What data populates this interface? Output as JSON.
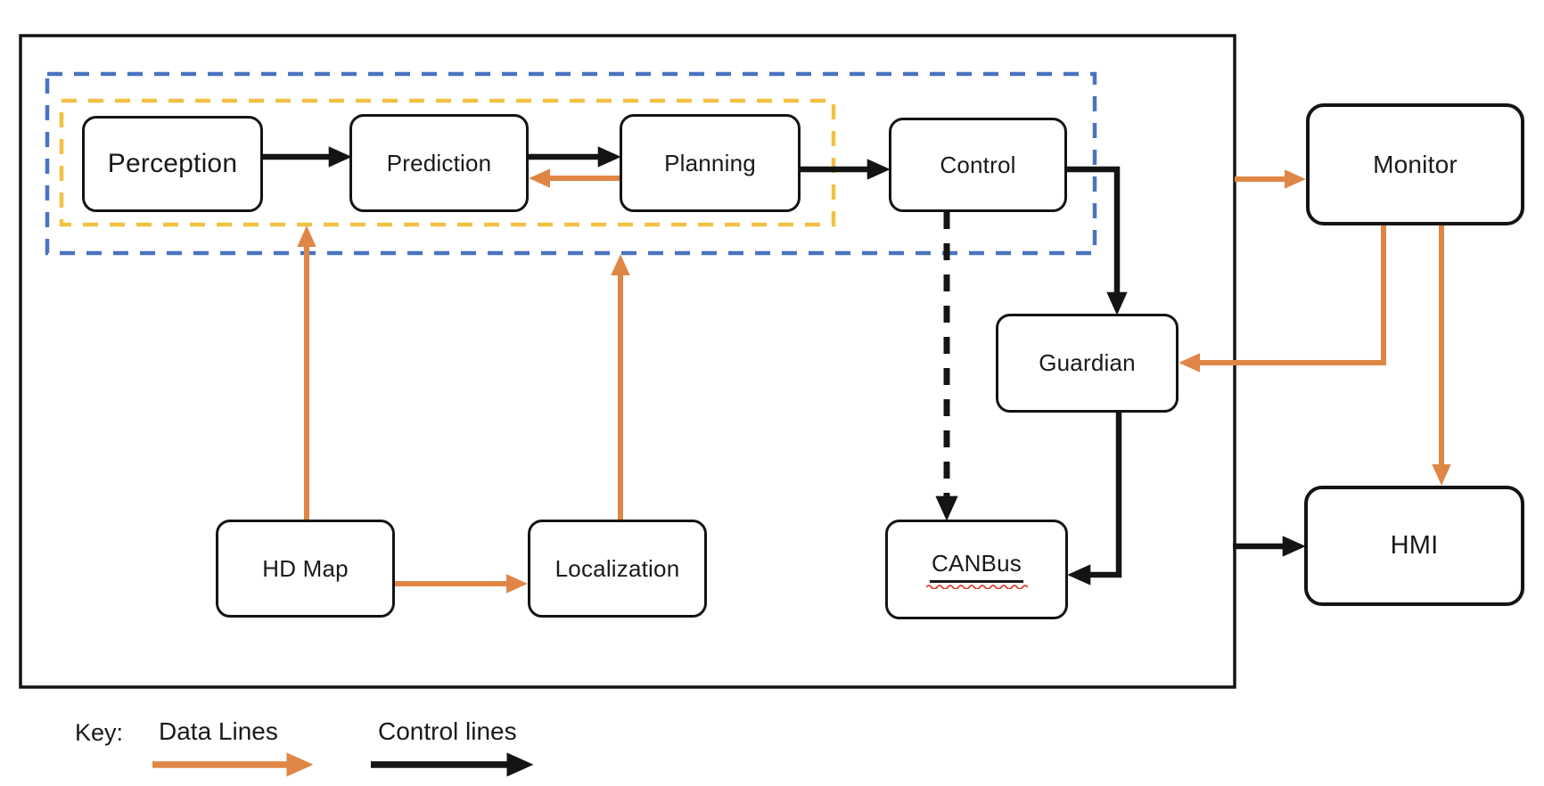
{
  "colors": {
    "data_line": "#DF8646",
    "control_line": "#141414",
    "outer_group_border": "#4A73C0",
    "inner_group_border": "#F2C143",
    "box_border": "#141414",
    "text": "#1A1A1A",
    "squiggle": "#E0402F",
    "background": "#FFFFFF"
  },
  "nodes": {
    "perception": {
      "label": "Perception"
    },
    "prediction": {
      "label": "Prediction"
    },
    "planning": {
      "label": "Planning"
    },
    "control": {
      "label": "Control"
    },
    "guardian": {
      "label": "Guardian"
    },
    "canbus": {
      "label": "CANBus"
    },
    "hdmap": {
      "label": "HD Map"
    },
    "localization": {
      "label": "Localization"
    },
    "monitor": {
      "label": "Monitor"
    },
    "hmi": {
      "label": "HMI"
    }
  },
  "legend": {
    "key_label": "Key:",
    "data_lines_label": "Data Lines",
    "control_lines_label": "Control lines"
  }
}
